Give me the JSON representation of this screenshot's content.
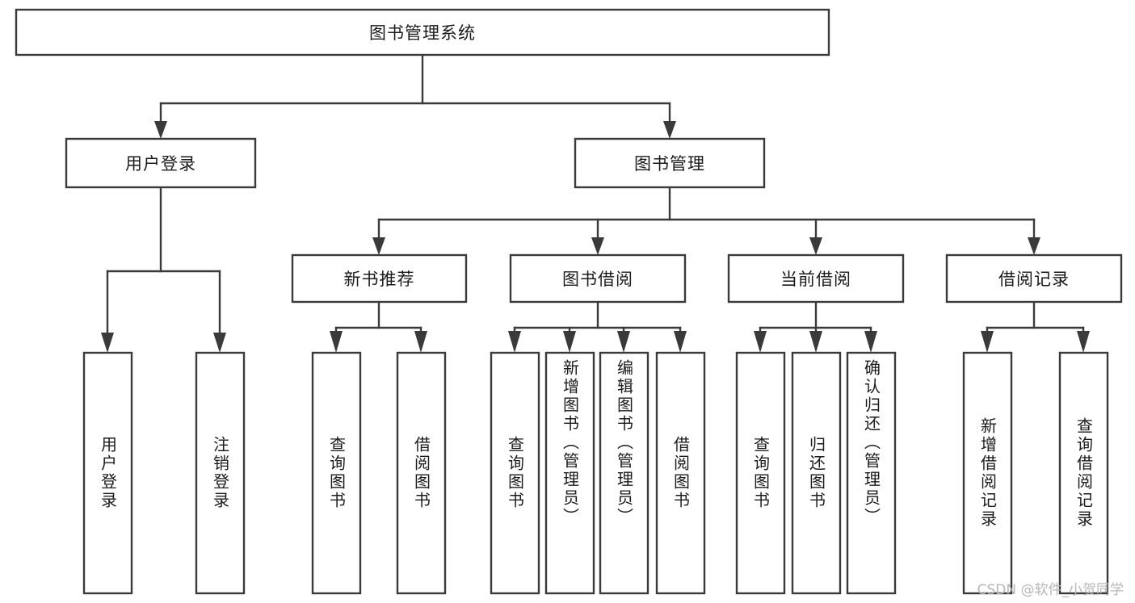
{
  "page": {
    "title": "图书管理系统",
    "watermark": "CSDN @软件_小贺同学",
    "background_color": "#ffffff",
    "line_color": "#3a3a3a",
    "text_color": "#1b1b1b"
  },
  "chart_data": {
    "type": "diagram",
    "diagram_kind": "tree-hierarchy",
    "title": "图书管理系统",
    "orientation": "top-down",
    "levels": 4,
    "nodes": [
      {
        "id": "root",
        "label": "图书管理系统",
        "level": 0,
        "parent": null,
        "orientation": "horizontal"
      },
      {
        "id": "login",
        "label": "用户登录",
        "level": 1,
        "parent": "root",
        "orientation": "horizontal"
      },
      {
        "id": "bookmgmt",
        "label": "图书管理",
        "level": 1,
        "parent": "root",
        "orientation": "horizontal"
      },
      {
        "id": "newbook",
        "label": "新书推荐",
        "level": 2,
        "parent": "bookmgmt",
        "orientation": "horizontal"
      },
      {
        "id": "borrow",
        "label": "图书借阅",
        "level": 2,
        "parent": "bookmgmt",
        "orientation": "horizontal"
      },
      {
        "id": "current",
        "label": "当前借阅",
        "level": 2,
        "parent": "bookmgmt",
        "orientation": "horizontal"
      },
      {
        "id": "record",
        "label": "借阅记录",
        "level": 2,
        "parent": "bookmgmt",
        "orientation": "horizontal"
      },
      {
        "id": "leaf-1",
        "label": "用户登录",
        "level": 3,
        "parent": "login",
        "orientation": "vertical"
      },
      {
        "id": "leaf-2",
        "label": "注销登录",
        "level": 3,
        "parent": "login",
        "orientation": "vertical"
      },
      {
        "id": "leaf-3",
        "label": "查询图书",
        "level": 3,
        "parent": "newbook",
        "orientation": "vertical"
      },
      {
        "id": "leaf-4",
        "label": "借阅图书",
        "level": 3,
        "parent": "newbook",
        "orientation": "vertical"
      },
      {
        "id": "leaf-5",
        "label": "查询图书",
        "level": 3,
        "parent": "borrow",
        "orientation": "vertical"
      },
      {
        "id": "leaf-6",
        "label": "新增图书（管理员）",
        "level": 3,
        "parent": "borrow",
        "orientation": "vertical"
      },
      {
        "id": "leaf-7",
        "label": "编辑图书（管理员）",
        "level": 3,
        "parent": "borrow",
        "orientation": "vertical"
      },
      {
        "id": "leaf-8",
        "label": "借阅图书",
        "level": 3,
        "parent": "borrow",
        "orientation": "vertical"
      },
      {
        "id": "leaf-9",
        "label": "查询图书",
        "level": 3,
        "parent": "current",
        "orientation": "vertical"
      },
      {
        "id": "leaf-10",
        "label": "归还图书",
        "level": 3,
        "parent": "current",
        "orientation": "vertical"
      },
      {
        "id": "leaf-11",
        "label": "确认归还（管理员）",
        "level": 3,
        "parent": "current",
        "orientation": "vertical"
      },
      {
        "id": "leaf-12",
        "label": "新增借阅记录",
        "level": 3,
        "parent": "record",
        "orientation": "vertical"
      },
      {
        "id": "leaf-13",
        "label": "查询借阅记录",
        "level": 3,
        "parent": "record",
        "orientation": "vertical"
      }
    ]
  },
  "nodes": {
    "root": {
      "label": "图书管理系统"
    },
    "login": {
      "label": "用户登录"
    },
    "bookmgmt": {
      "label": "图书管理"
    },
    "newbook": {
      "label": "新书推荐"
    },
    "borrow": {
      "label": "图书借阅"
    },
    "current": {
      "label": "当前借阅"
    },
    "record": {
      "label": "借阅记录"
    },
    "leaf1": {
      "label": "用户登录"
    },
    "leaf2": {
      "label": "注销登录"
    },
    "leaf3": {
      "label": "查询图书"
    },
    "leaf4": {
      "label": "借阅图书"
    },
    "leaf5": {
      "label": "查询图书"
    },
    "leaf6": {
      "label": "新增图书（管理员）"
    },
    "leaf7": {
      "label": "编辑图书（管理员）"
    },
    "leaf8": {
      "label": "借阅图书"
    },
    "leaf9": {
      "label": "查询图书"
    },
    "leaf10": {
      "label": "归还图书"
    },
    "leaf11": {
      "label": "确认归还（管理员）"
    },
    "leaf12": {
      "label": "新增借阅记录"
    },
    "leaf13": {
      "label": "查询借阅记录"
    }
  }
}
